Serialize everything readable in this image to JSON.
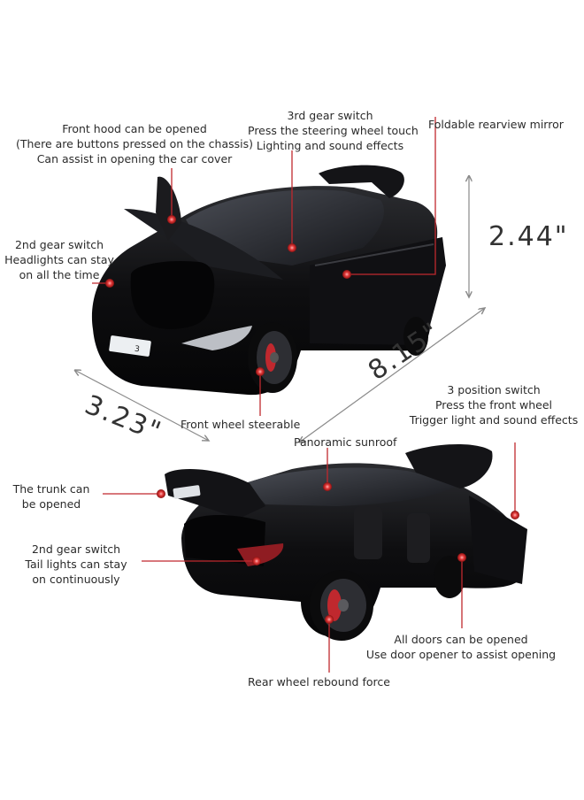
{
  "top": {
    "front_hood": [
      "Front hood can be opened",
      "(There are buttons pressed on the chassis)",
      "Can assist in opening the car cover"
    ],
    "gear3": [
      "3rd gear switch",
      "Press the steering wheel touch",
      "Lighting and sound effects"
    ],
    "mirror": "Foldable rearview mirror",
    "headlights": [
      "2nd gear switch",
      "Headlights can stay",
      "on all the time"
    ],
    "front_wheel": "Front wheel steerable"
  },
  "dimensions": {
    "height": "2.44\"",
    "length": "8.15\"",
    "width": "3.23\""
  },
  "bottom": {
    "position_switch": [
      "3 position switch",
      "Press the front wheel",
      "Trigger light and sound effects"
    ],
    "sunroof": "Panoramic sunroof",
    "trunk": [
      "The trunk can",
      "be opened"
    ],
    "taillights": [
      "2nd gear switch",
      "Tail lights can stay",
      "on continuously"
    ],
    "doors": [
      "All doors can be opened",
      "Use door opener to assist opening"
    ],
    "rear_wheel": "Rear wheel rebound force"
  },
  "plate": "3",
  "colors": {
    "callout": "#c0282e",
    "body": "#0d0d0f",
    "rim": "#c0282e",
    "line": "#8a8a8a"
  }
}
